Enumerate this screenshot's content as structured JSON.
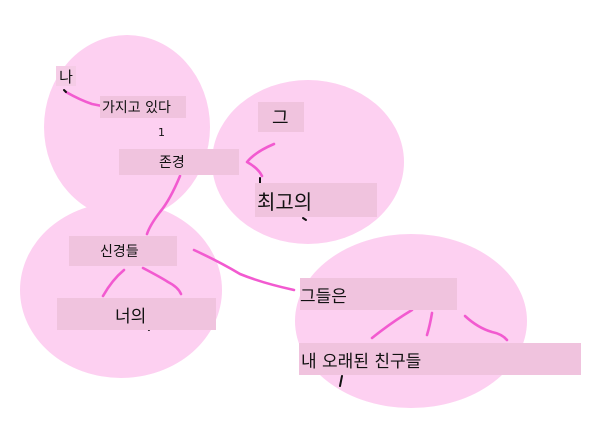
{
  "diagram": {
    "words": {
      "na": "나",
      "gajigo_itda": "가지고 있다",
      "number": "1",
      "jongyeong": "존경",
      "geu": "그",
      "choegoui": "최고의",
      "singyeongdeul": "신경들",
      "neoui": "너의",
      "geudeureun": "그들은",
      "old_friends": "내 오래된 친구들"
    },
    "colors": {
      "bubble": "#fdd0f1",
      "connector": "#f25ad0",
      "label_box": "#f0c3de"
    }
  }
}
